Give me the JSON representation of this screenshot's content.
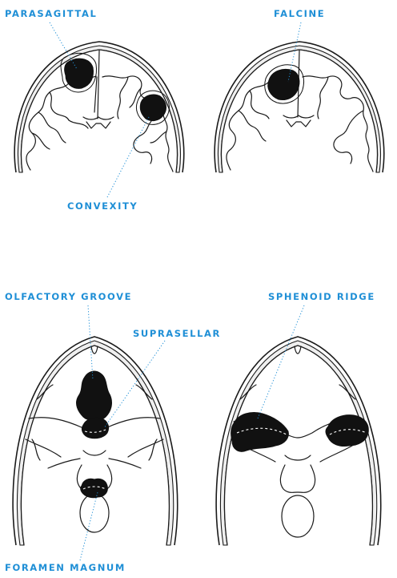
{
  "labels": {
    "parasagittal": "PARASAGITTAL",
    "falcine": "FALCINE",
    "convexity": "CONVEXITY",
    "olfactory_groove": "OLFACTORY GROOVE",
    "suprasellar": "SUPRASELLAR",
    "sphenoid_ridge": "SPHENOID RIDGE",
    "foramen_magnum": "FORAMEN MAGNUM"
  },
  "colors": {
    "label_text": "#1f8fd6",
    "leader_line": "#1f8fd6",
    "tumor": "#111111",
    "outline": "#1a1a1a",
    "background": "#ffffff"
  }
}
